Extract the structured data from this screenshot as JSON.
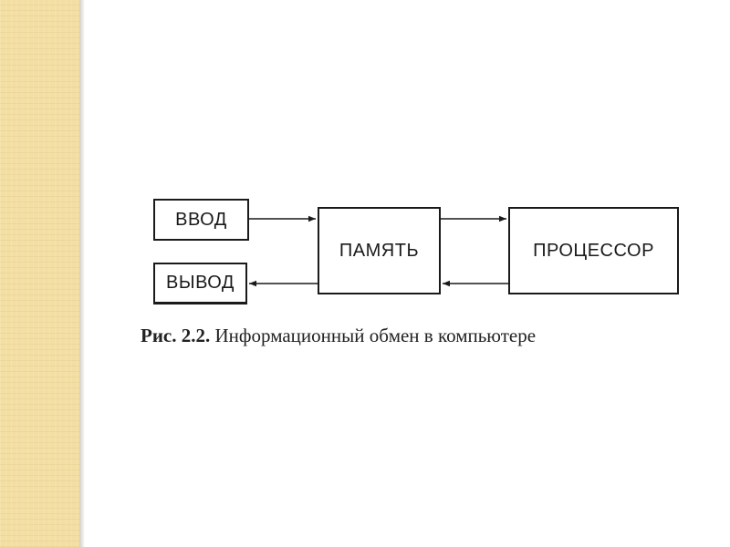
{
  "diagram": {
    "boxes": {
      "vvod": "ВВОД",
      "vyvod": "ВЫВОД",
      "pamyat": "ПАМЯТЬ",
      "processor": "ПРОЦЕССОР"
    },
    "edges": [
      {
        "from": "ВВОД",
        "to": "ПАМЯТЬ"
      },
      {
        "from": "ПАМЯТЬ",
        "to": "ВЫВОД"
      },
      {
        "from": "ПАМЯТЬ",
        "to": "ПРОЦЕССОР"
      },
      {
        "from": "ПРОЦЕССОР",
        "to": "ПАМЯТЬ"
      }
    ],
    "caption_lead": "Рис. 2.2.",
    "caption_text": "Информационный обмен в компьютере"
  },
  "colors": {
    "stripe": "#f3dfa4",
    "ink": "#1a1a1a"
  }
}
